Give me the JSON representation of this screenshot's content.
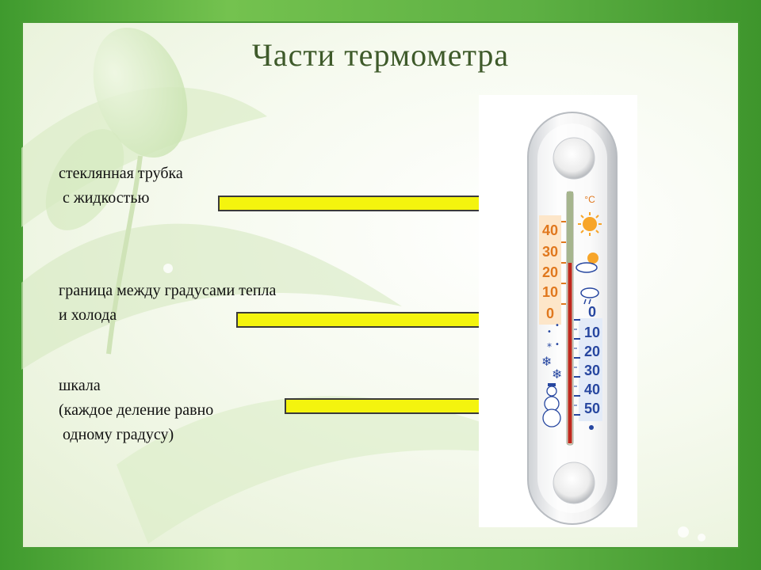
{
  "title": "Части  термометра",
  "labels": {
    "tube": "стеклянная трубка\n с жидкостью",
    "boundary": "граница между градусами тепла\nи холода",
    "scale": "шкала\n(каждое деление равно\n одному градусу)"
  },
  "thermometer": {
    "unit": "°C",
    "warm_ticks": [
      "40",
      "30",
      "20",
      "10",
      "0"
    ],
    "cold_ticks": [
      "0",
      "10",
      "20",
      "30",
      "40",
      "50"
    ]
  },
  "colors": {
    "arrow_fill": "#f4f40e",
    "arrow_stroke": "#3a3a3a",
    "warm_scale": "#e0781e",
    "cold_scale": "#2747a0",
    "liquid": "#c0281e"
  },
  "icons": [
    "sun-icon",
    "sun-cloud-icon",
    "rain-cloud-icon",
    "snowflake-icon",
    "snowman-icon"
  ]
}
